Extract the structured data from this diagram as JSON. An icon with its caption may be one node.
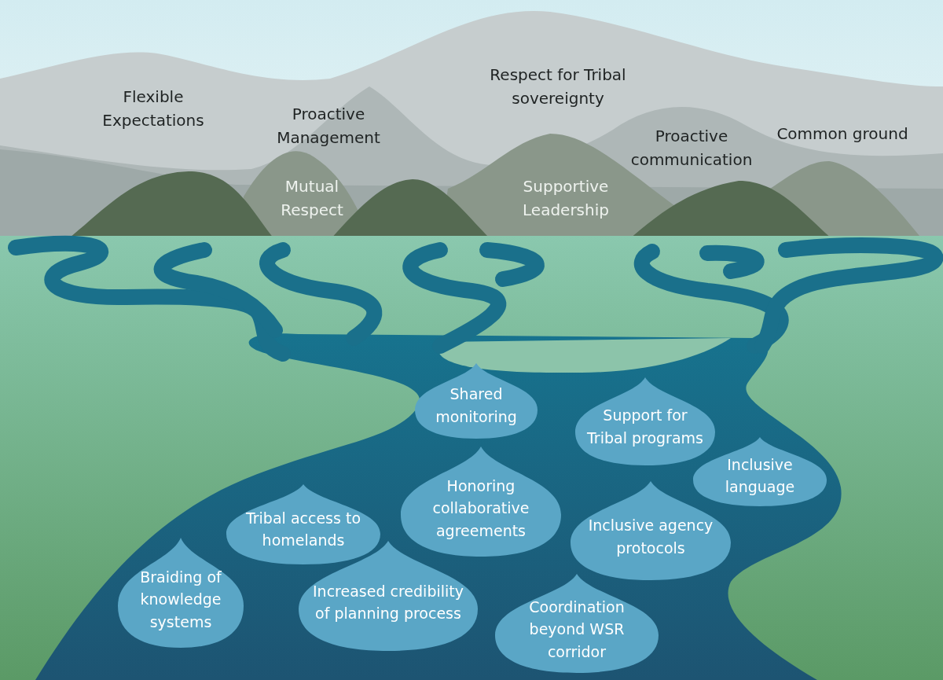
{
  "diagram": {
    "nodes": [
      {
        "text": [
          "Flexible Expectations"
        ]
      },
      {
        "text": [
          "Proactive Management"
        ]
      },
      {
        "text": [
          "Respect for Tribal sovereignty"
        ]
      },
      {
        "text": [
          "Proactive communication"
        ]
      },
      {
        "text": [
          "Common ground"
        ]
      },
      {
        "text": [
          "Mutual Respect"
        ]
      },
      {
        "text": [
          "Supportive Leadership"
        ]
      },
      {
        "text": [
          "Shared monitoring"
        ]
      },
      {
        "text": [
          "Support for Tribal programs"
        ]
      },
      {
        "text": [
          "Inclusive language"
        ]
      },
      {
        "text": [
          "Honoring collaborative agreements"
        ]
      },
      {
        "text": [
          "Tribal access to homelands"
        ]
      },
      {
        "text": [
          "Inclusive agency protocols"
        ]
      },
      {
        "text": [
          "Braiding of knowledge systems"
        ]
      },
      {
        "text": [
          "Increased credibility of planning process"
        ]
      },
      {
        "text": [
          "Coordination beyond WSR corridor"
        ]
      }
    ]
  }
}
